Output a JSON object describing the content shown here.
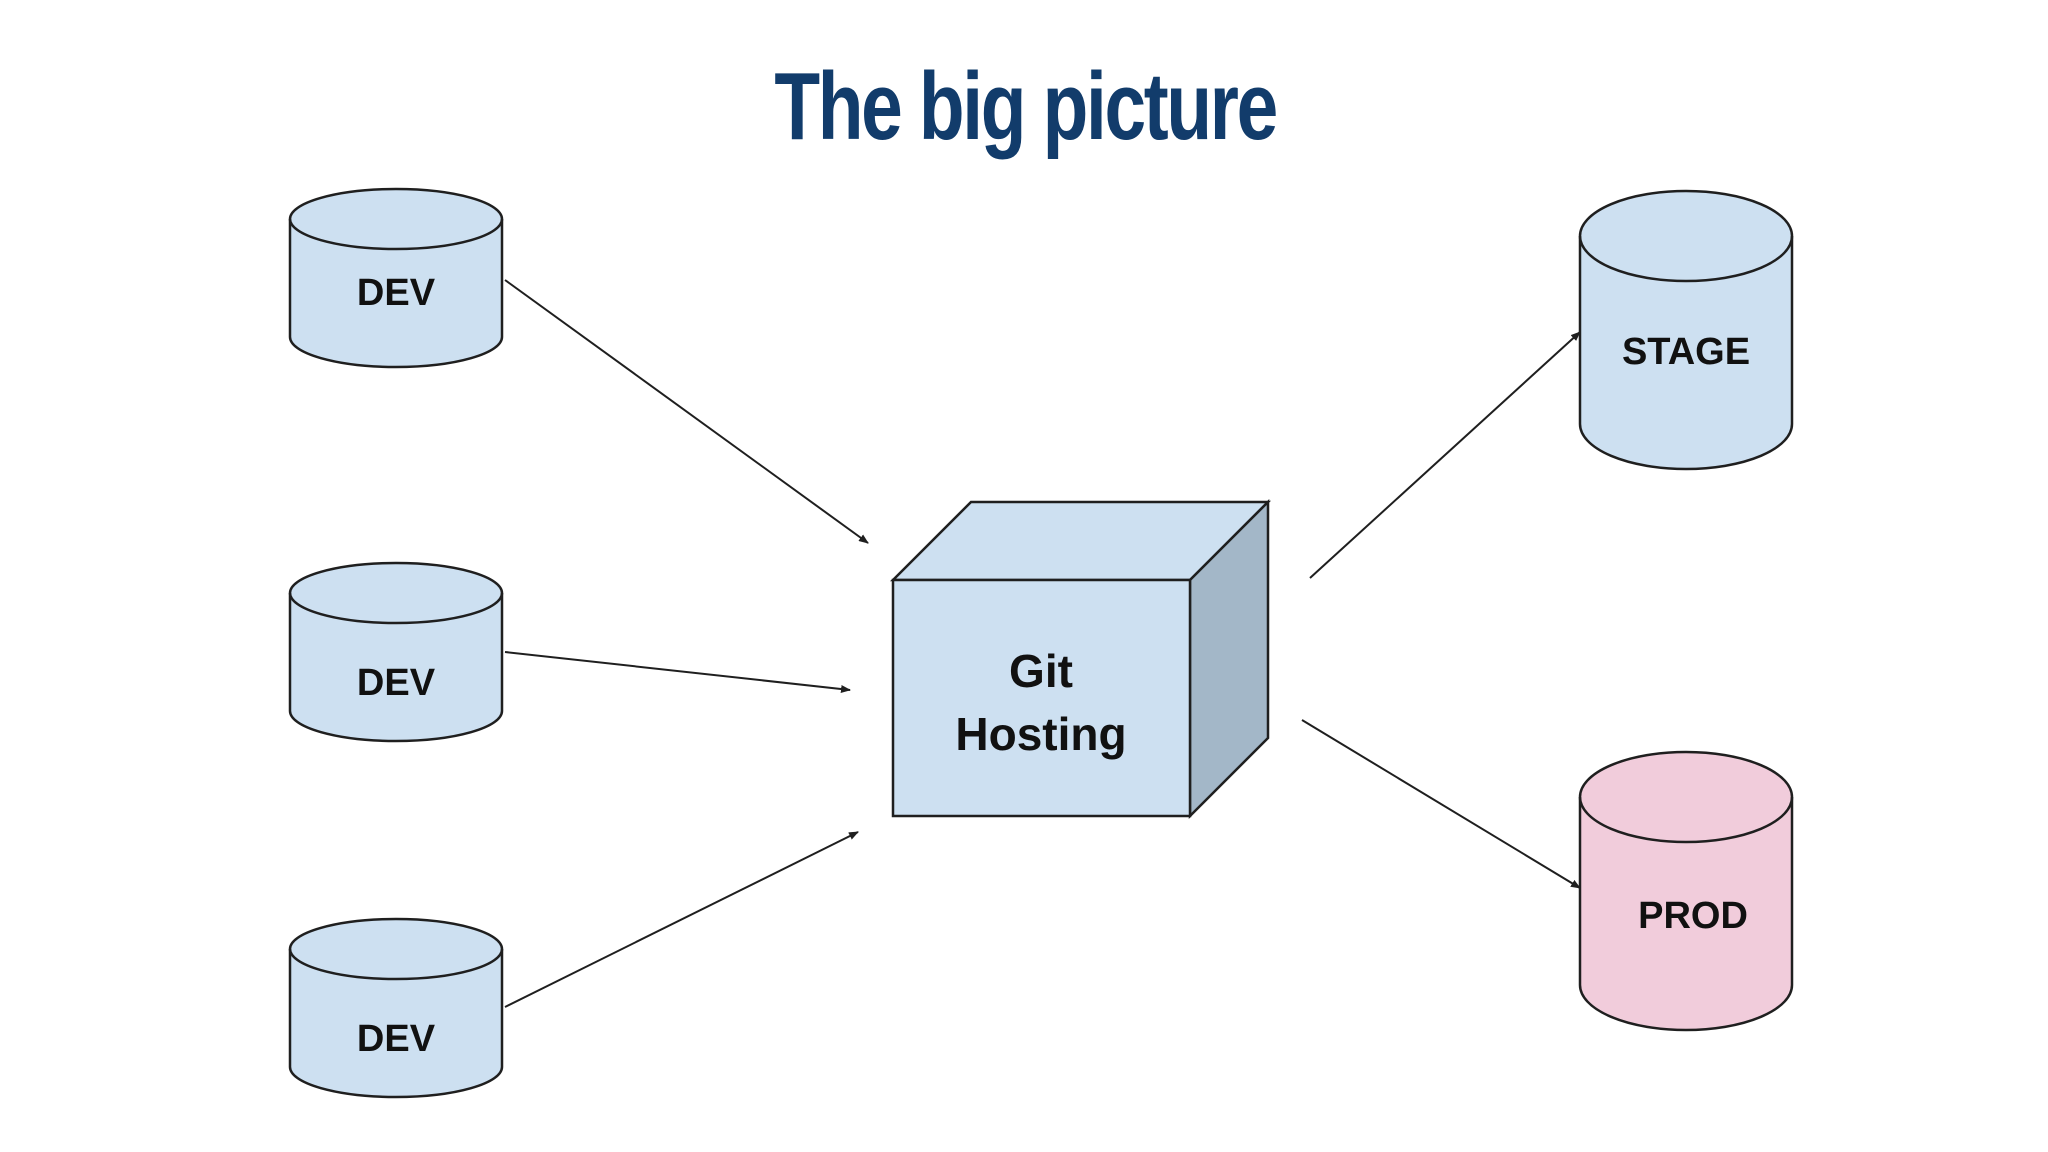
{
  "title": "The big picture",
  "colors": {
    "title": "#123c6b",
    "dev_fill": "#cde0f1",
    "stage_fill": "#cde0f1",
    "prod_fill": "#f1ccdb",
    "box_front": "#cde0f1",
    "box_top": "#cde0f1",
    "box_side": "#a3b7c8",
    "stroke": "#1f1f1f"
  },
  "nodes": {
    "dev_top": {
      "label": "DEV"
    },
    "dev_middle": {
      "label": "DEV"
    },
    "dev_bottom": {
      "label": "DEV"
    },
    "git_hosting": {
      "line1": "Git",
      "line2": "Hosting"
    },
    "stage": {
      "label": "STAGE"
    },
    "prod": {
      "label": "PROD"
    }
  },
  "edges": [
    {
      "from": "DEV",
      "to": "Git Hosting"
    },
    {
      "from": "DEV",
      "to": "Git Hosting"
    },
    {
      "from": "DEV",
      "to": "Git Hosting"
    },
    {
      "from": "Git Hosting",
      "to": "STAGE"
    },
    {
      "from": "Git Hosting",
      "to": "PROD"
    }
  ]
}
